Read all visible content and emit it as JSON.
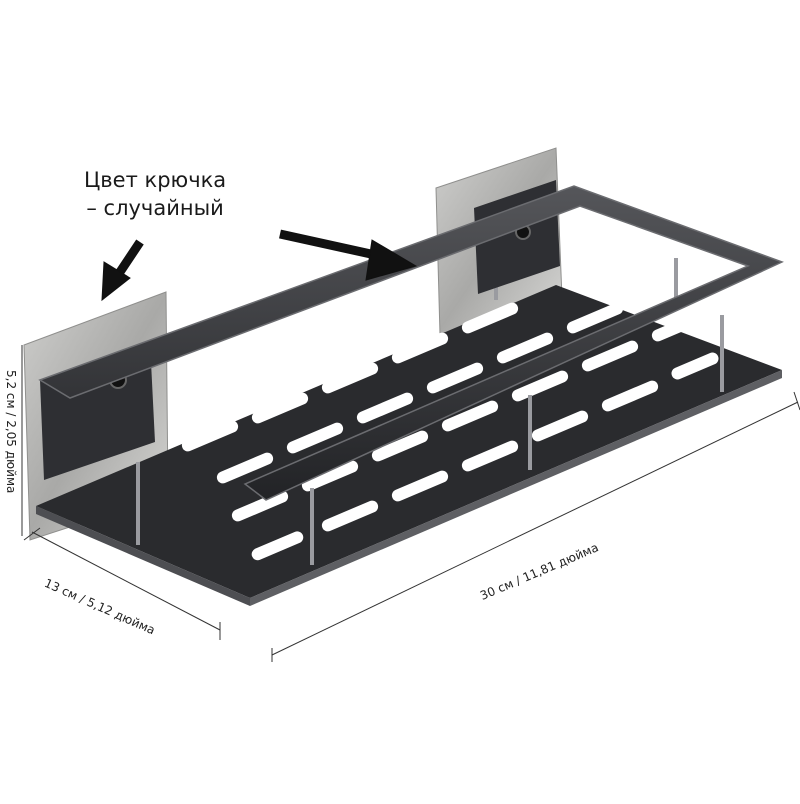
{
  "product": {
    "name": "wall-mounted-bath-shelf",
    "colors": {
      "frame": "#2b2c2f",
      "frame_edge": "#6b6c70",
      "plate": "#b9b9b7",
      "rod": "#9a9ba0",
      "arrow": "#111111"
    }
  },
  "annotations": {
    "hook_color_line1": "Цвет крючка",
    "hook_color_line2": "– случайный"
  },
  "dimensions": {
    "depth": "13 см / 5,12 дюйма",
    "length": "30 см / 11,81 дюйма",
    "height": "5,2 см / 2,05 дюйма"
  }
}
